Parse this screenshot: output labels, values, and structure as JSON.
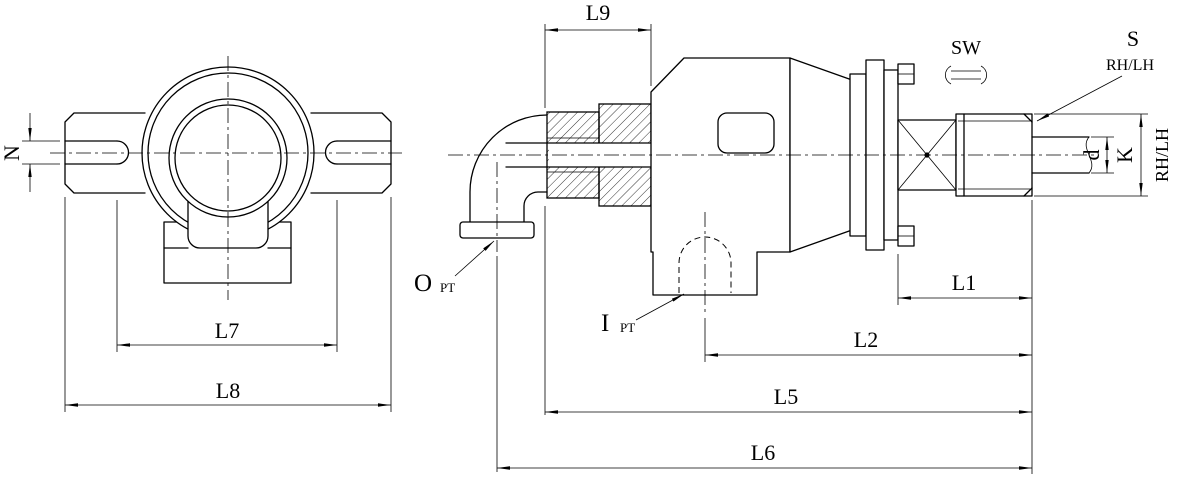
{
  "front_view": {
    "dim_n": "N",
    "dim_l7": "L7",
    "dim_l8": "L8"
  },
  "side_view": {
    "dim_l9": "L9",
    "sw_label": "SW",
    "s_label": "S",
    "s_hand_label": "RH/LH",
    "shaft_hand_label": "RH/LH",
    "dim_d": "d",
    "dim_k": "K",
    "dim_l1": "L1",
    "dim_l2": "L2",
    "dim_l5": "L5",
    "dim_l6": "L6",
    "outlet_port_label": "O",
    "outlet_port_thread": "PT",
    "inlet_port_label": "I",
    "inlet_port_thread": "PT"
  },
  "colors": {
    "line": "#000000",
    "background": "#ffffff"
  }
}
